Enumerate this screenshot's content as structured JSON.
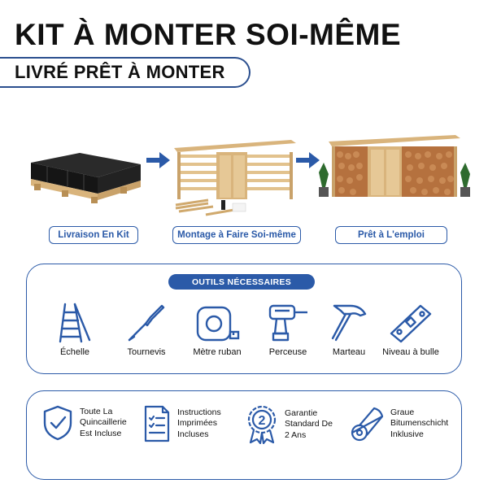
{
  "header": {
    "title": "KIT À MONTER SOI-MÊME",
    "subtitle": "LIVRÉ PRÊT À MONTER"
  },
  "steps": [
    {
      "label": "Livraison En Kit"
    },
    {
      "label": "Montage à Faire Soi-même"
    },
    {
      "label": "Prêt à L'emploi"
    }
  ],
  "tools": {
    "heading": "OUTILS NÉCESSAIRES",
    "items": [
      {
        "label": "Échelle",
        "icon": "ladder-icon"
      },
      {
        "label": "Tournevis",
        "icon": "screwdriver-icon"
      },
      {
        "label": "Mètre ruban",
        "icon": "tape-measure-icon"
      },
      {
        "label": "Perceuse",
        "icon": "drill-icon"
      },
      {
        "label": "Marteau",
        "icon": "hammer-icon"
      },
      {
        "label": "Niveau à bulle",
        "icon": "spirit-level-icon"
      }
    ]
  },
  "features": [
    {
      "lines": [
        "Toute La",
        "Quincaillerie",
        "Est Incluse"
      ],
      "icon": "shield-check-icon"
    },
    {
      "lines": [
        "Instructions",
        "Imprimées",
        "Incluses"
      ],
      "icon": "document-checklist-icon"
    },
    {
      "lines": [
        "Garantie",
        "Standard De",
        "2 Ans"
      ],
      "badge": "2",
      "icon": "warranty-badge-icon"
    },
    {
      "lines": [
        "Graue",
        "Bitumenschicht",
        "Inklusive"
      ],
      "icon": "roll-icon"
    }
  ],
  "colors": {
    "accent": "#2b5aa8",
    "border": "#2b4f8f",
    "wood": "#d9b47c",
    "firewood": "#b5713e"
  }
}
